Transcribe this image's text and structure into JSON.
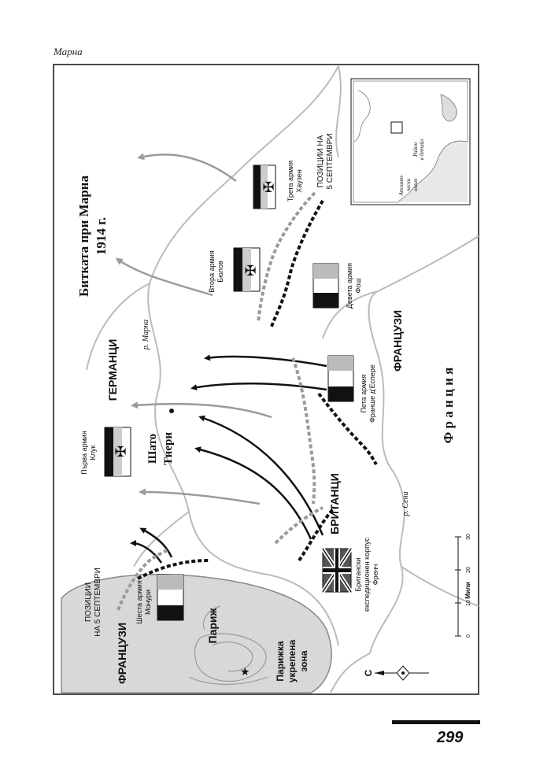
{
  "running_head": "Марна",
  "page_number": "299",
  "map": {
    "title_line1": "Битката при Марна",
    "title_line2": "1914 г.",
    "factions": {
      "germans": "ГЕРМАНЦИ",
      "british": "БРИТАНЦИ",
      "french_west": "ФРАНЦУЗИ",
      "french_east": "ФРАНЦУЗИ"
    },
    "country": "Ф р а н ц и я",
    "towns": {
      "chateau_line1": "Шато",
      "chateau_line2": "Тиери",
      "paris": "Париж",
      "paris_zone_line1": "Парижка",
      "paris_zone_line2": "укрепена",
      "paris_zone_line3": "зона"
    },
    "rivers": {
      "marne": "р. Марна",
      "seine": "р. Сена"
    },
    "positions_top": {
      "line1": "ПОЗИЦИИ НА",
      "line2": "5 СЕПТЕМВРИ"
    },
    "positions_left": {
      "line1": "ПОЗИЦИИ",
      "line2": "НА 5 СЕПТЕМВРИ"
    },
    "armies": {
      "first": {
        "line1": "Първа армия",
        "line2": "Клук"
      },
      "second": {
        "line1": "Втора армия",
        "line2": "Бюлов"
      },
      "third": {
        "line1": "Трета армия",
        "line2": "Хаузен"
      },
      "fifth": {
        "line1": "Пета армия",
        "line2": "Франше д'Еспере"
      },
      "sixth": {
        "line1": "Шеста армия",
        "line2": "Монури"
      },
      "ninth": {
        "line1": "Девета армия",
        "line2": "Фош"
      },
      "bef": {
        "line1": "Британски",
        "line2": "експедиционен корпус",
        "line3": "Френч"
      }
    },
    "inset": {
      "region_line1": "Район",
      "region_line2": "в детайл",
      "ocean_line1": "Атлант-",
      "ocean_line2": "чески",
      "ocean_line3": "океан"
    },
    "scale": {
      "unit": "Мили",
      "ticks": [
        "0",
        "10",
        "20",
        "30"
      ]
    },
    "compass": "С"
  }
}
